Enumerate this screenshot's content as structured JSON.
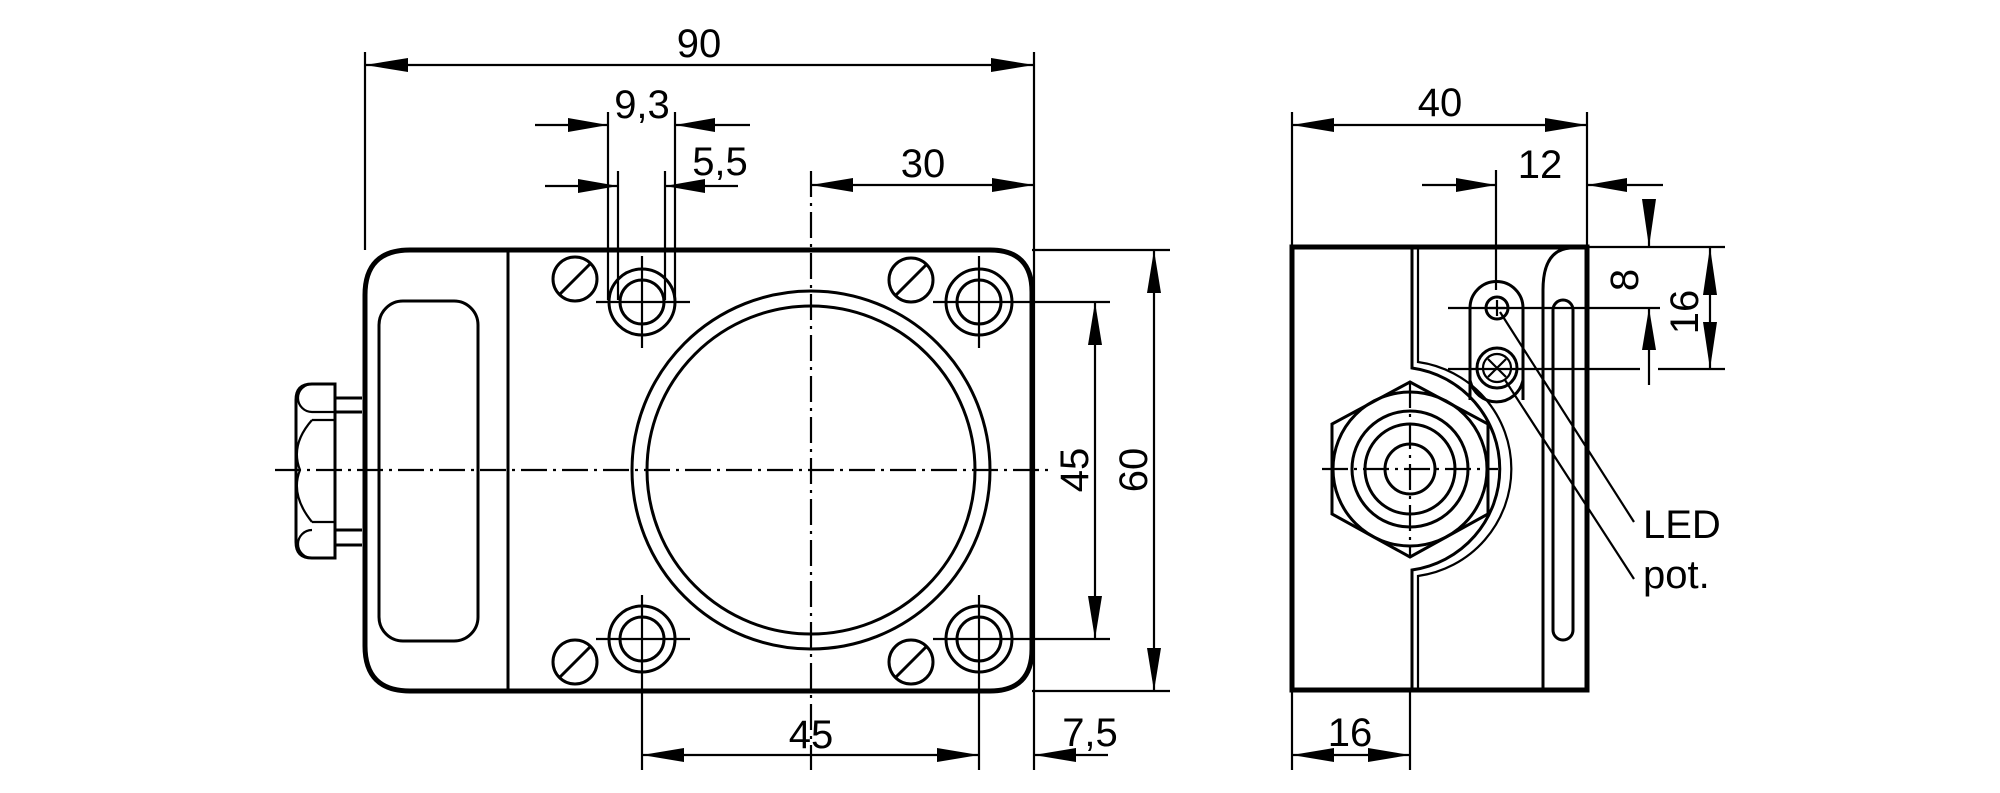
{
  "drawing": {
    "front_view": {
      "dimensions": {
        "overall_width": "90",
        "slot_outer": "9,3",
        "slot_inner": "5,5",
        "center_to_edge": "30",
        "hole_spacing_vertical": "45",
        "overall_height": "60",
        "hole_spacing_horizontal": "45",
        "hole_to_edge": "7,5"
      }
    },
    "side_view": {
      "dimensions": {
        "overall_depth": "40",
        "led_offset": "12",
        "led_from_top": "8",
        "pot_from_top": "16",
        "connector_offset": "16"
      },
      "labels": {
        "led": "LED",
        "pot": "pot."
      }
    },
    "colors": {
      "line": "#000000",
      "background": "#ffffff"
    }
  }
}
